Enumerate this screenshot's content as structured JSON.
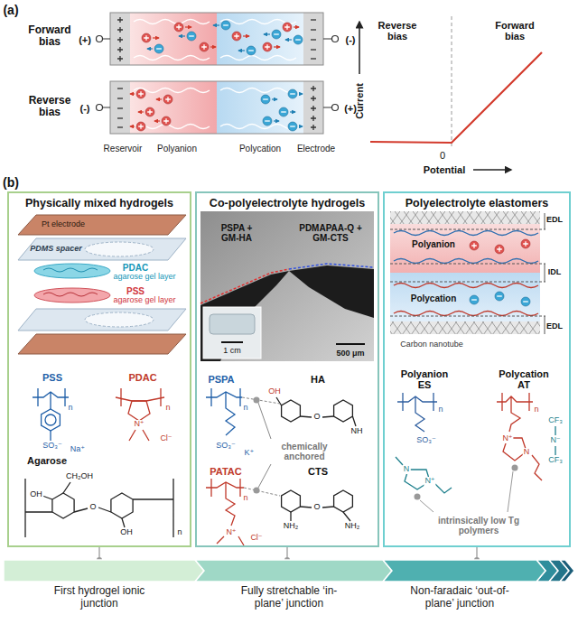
{
  "diagram": {
    "nodes": [
      {
        "text": [
          "Physically mixed hydrogels"
        ]
      },
      {
        "text": [
          "Co-polyelectrolyte hydrogels"
        ]
      },
      {
        "text": [
          "Polyelectrolyte elastomers"
        ]
      },
      {
        "text": [
          "First hydrogel ionic junction"
        ]
      },
      {
        "text": [
          "Fully stretchable ‘in-plane’ junction"
        ]
      },
      {
        "text": [
          "Non-faradaic ‘out-of-plane’ junction"
        ]
      }
    ],
    "edges": [
      {
        "from": 0,
        "to": 3,
        "arrow": "none"
      },
      {
        "from": 1,
        "to": 4,
        "arrow": "none"
      },
      {
        "from": 2,
        "to": 5,
        "arrow": "none"
      }
    ],
    "labels": [
      "(a)",
      "Forward bias",
      "(+)",
      "(-)",
      "Reverse bias",
      "(-)",
      "(+)",
      "Reservoir",
      "Polyanion",
      "Polycation",
      "Electrode",
      "Reverse bias",
      "Forward bias",
      "Current",
      "0",
      "Potential",
      "(b)",
      "Pt electrode",
      "PDMS spacer",
      "PDAC",
      "agarose gel layer",
      "PSS",
      "agarose gel layer",
      "PSS",
      "PDAC",
      "n",
      "SO₃⁻",
      "Na⁺",
      "n",
      "N⁺",
      "Cl⁻",
      "Agarose",
      "OH",
      "CH₂OH",
      "O",
      "OH",
      "n",
      "PSPA + GM-HA",
      "PDMAPAA-Q + GM-CTS",
      "1 cm",
      "500 μm",
      "PSPA",
      "HA",
      "n",
      "SO₃⁻",
      "K⁺",
      "OH",
      "O",
      "NH",
      "chemically anchored",
      "PATAC",
      "CTS",
      "n",
      "N⁺",
      "Cl⁻",
      "O",
      "NH₂",
      "NH₂",
      "EDL",
      "Polyanion",
      "IDL",
      "Polycation",
      "EDL",
      "Carbon nanotube",
      "Polyanion ES",
      "Polycation AT",
      "n",
      "SO₃⁻",
      "N",
      "N⁺",
      "n",
      "N⁺",
      "N",
      "N⁻",
      "CF₃",
      "CF₃",
      "intrinsically low Tg polymers"
    ]
  }
}
